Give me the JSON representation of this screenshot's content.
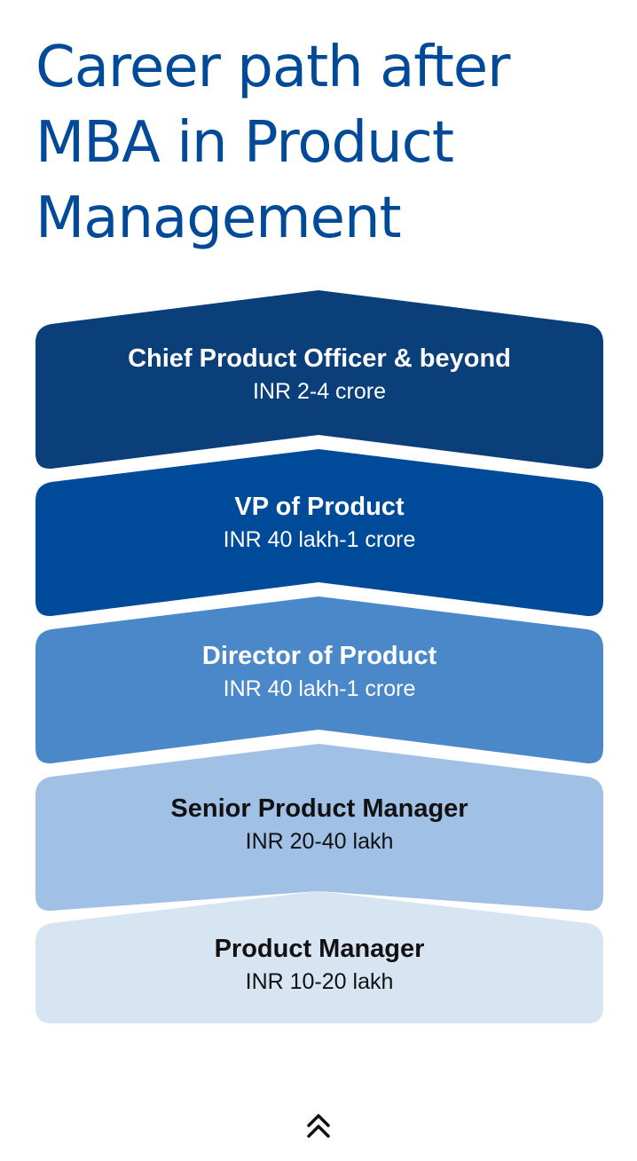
{
  "title": "Career path after MBA in Product Management",
  "steps": [
    {
      "title": "Chief Product Officer & beyond",
      "salary": "INR 2-4 crore",
      "color": "#0a3f7a",
      "text_color": "#ffffff"
    },
    {
      "title": "VP of Product",
      "salary": "INR 40 lakh-1 crore",
      "color": "#004b99",
      "text_color": "#ffffff"
    },
    {
      "title": "Director of Product",
      "salary": "INR 40 lakh-1 crore",
      "color": "#4a88c9",
      "text_color": "#ffffff"
    },
    {
      "title": "Senior Product Manager",
      "salary": "INR 20-40 lakh",
      "color": "#a1c0e5",
      "text_color": "#111111"
    },
    {
      "title": "Product Manager",
      "salary": "INR 10-20 lakh",
      "color": "#d7e5f3",
      "text_color": "#111111"
    }
  ],
  "scroll_top_icon": "double-chevron-up-icon"
}
